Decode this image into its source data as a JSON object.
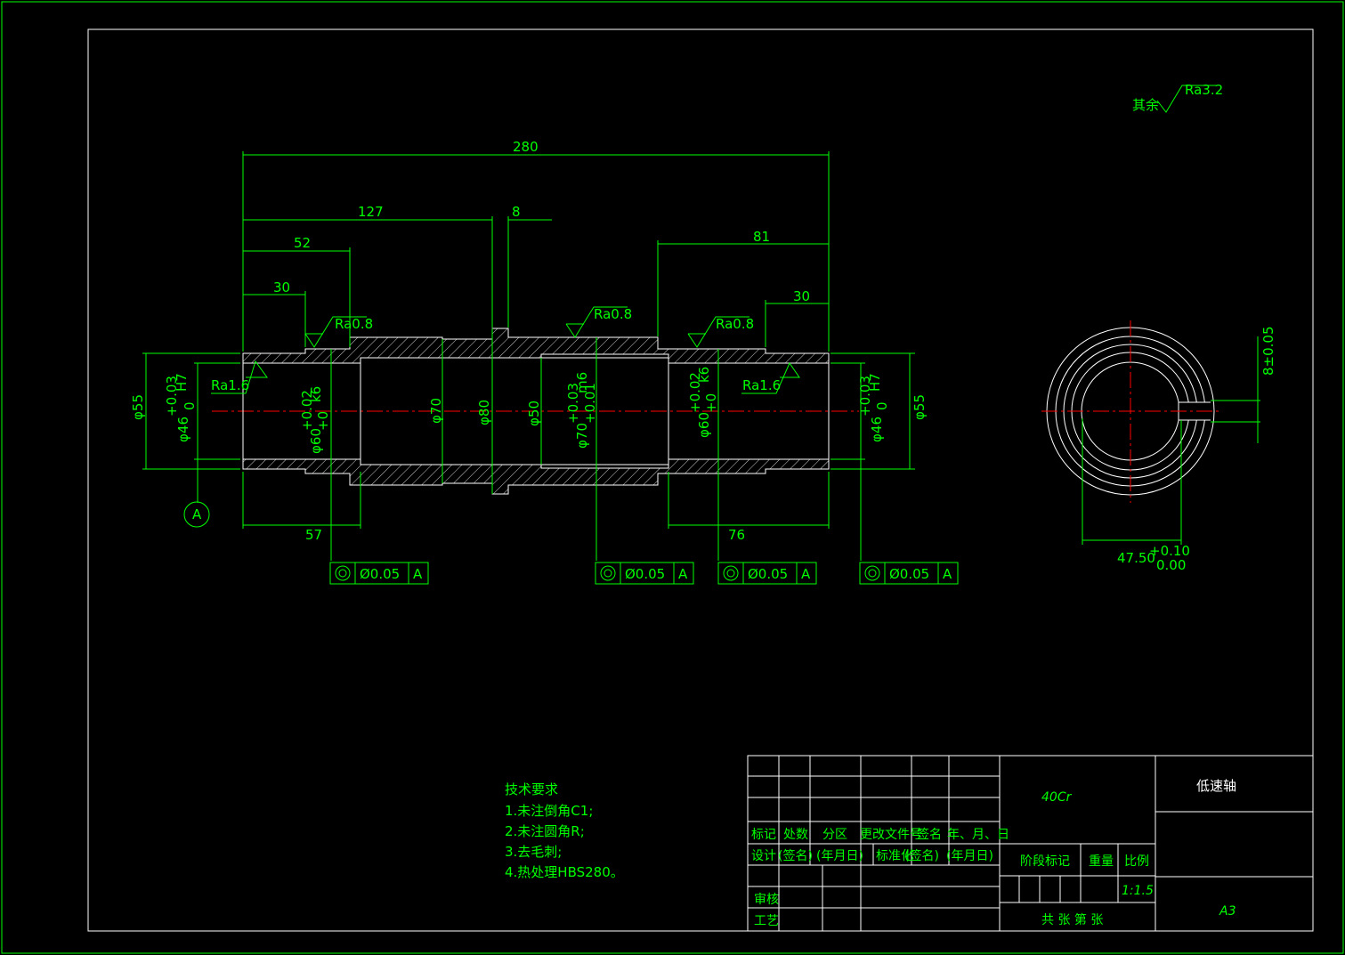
{
  "surface": {
    "note_label": "其余",
    "note_value": "Ra3.2"
  },
  "dims": {
    "overall": "280",
    "d127": "127",
    "d8": "8",
    "d52": "52",
    "d30_left": "30",
    "d81": "81",
    "d30_right": "30",
    "d57": "57",
    "d76": "76",
    "keyway": "8±0.05",
    "depth_base": "47.50",
    "depth_up": "+0.10",
    "depth_lo": "0.00"
  },
  "dia": {
    "d55_left": "φ55",
    "d46_left": "φ46",
    "d60_left": "φ60",
    "d70": "φ70",
    "d80": "φ80",
    "d50": "φ50",
    "d70m6": "φ70",
    "d60_right": "φ60",
    "d46_right": "φ46",
    "d55_right": "φ55",
    "h7": "H7",
    "k6": "k6",
    "m6": "m6",
    "tol_003": "+0.03",
    "tol_0": "0",
    "tol_002": "+0.02",
    "tol_p0": "+0",
    "tol_001": "+0.01"
  },
  "roughness": {
    "ra08": "Ra0.8",
    "ra16": "Ra1.6"
  },
  "datum": {
    "label": "A"
  },
  "tolerance_frames": [
    {
      "value": "Ø0.05",
      "datum": "A"
    },
    {
      "value": "Ø0.05",
      "datum": "A"
    },
    {
      "value": "Ø0.05",
      "datum": "A"
    },
    {
      "value": "Ø0.05",
      "datum": "A"
    }
  ],
  "tech": {
    "title": "技术要求",
    "items": [
      "1.未注倒角C1;",
      "2.未注圆角R;",
      "3.去毛刺;",
      "4.热处理HBS280。"
    ]
  },
  "title_block": {
    "material": "40Cr",
    "part_name": "低速轴",
    "sheet_size": "A3",
    "scale": "1:1.5",
    "headers": [
      "标记",
      "处数",
      "分区",
      "更改文件号",
      "签名",
      "年、月、日"
    ],
    "row_design": [
      "设计",
      "(签名)",
      "(年月日)",
      "标准化",
      "(签名)",
      "(年月日)"
    ],
    "stage": "阶段标记",
    "weight": "重量",
    "ratio": "比例",
    "review": "审核",
    "process": "工艺",
    "sheets": "共   张  第   张"
  }
}
